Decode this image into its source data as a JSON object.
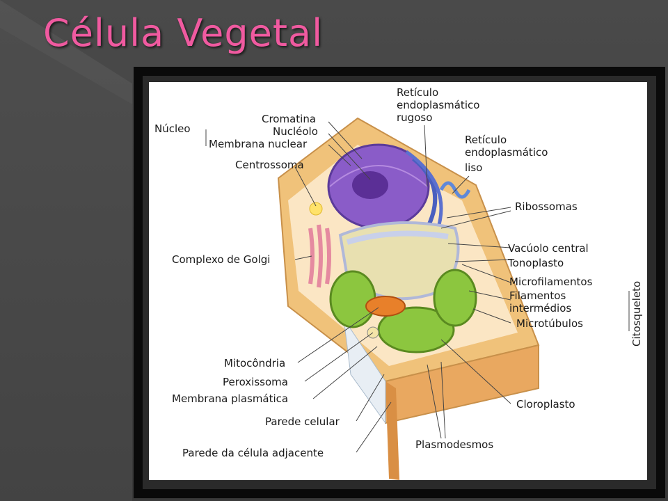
{
  "slide": {
    "title": "Célula Vegetal",
    "title_color": "#f05aa0",
    "background": "#3f3f3f"
  },
  "diagram": {
    "labels": {
      "nucleo": "Núcleo",
      "cromatina": "Cromatina",
      "nucleolo": "Nucléolo",
      "membrana_nuclear": "Membrana nuclear",
      "centrossoma": "Centrossoma",
      "complexo_golgi": "Complexo de Golgi",
      "mitocondria": "Mitocôndria",
      "peroxissoma": "Peroxissoma",
      "membrana_plasmatica": "Membrana plasmática",
      "parede_celular": "Parede celular",
      "parede_adjacente": "Parede da célula adjacente",
      "rer_1": "Retículo",
      "rer_2": "endoplasmático",
      "rer_3": "rugoso",
      "ser_1": "Retículo",
      "ser_2": "endoplasmático",
      "ser_3": "liso",
      "ribossomas": "Ribossomas",
      "vacuolo_central": "Vacúolo central",
      "tonoplasto": "Tonoplasto",
      "microfilamentos": "Microfilamentos",
      "filamentos_1": "Filamentos",
      "filamentos_2": "intermédios",
      "microtubulos": "Microtúbulos",
      "citosqueleto": "Citosqueleto",
      "cloroplasto": "Cloroplasto",
      "plasmodesmos": "Plasmodesmos"
    }
  }
}
